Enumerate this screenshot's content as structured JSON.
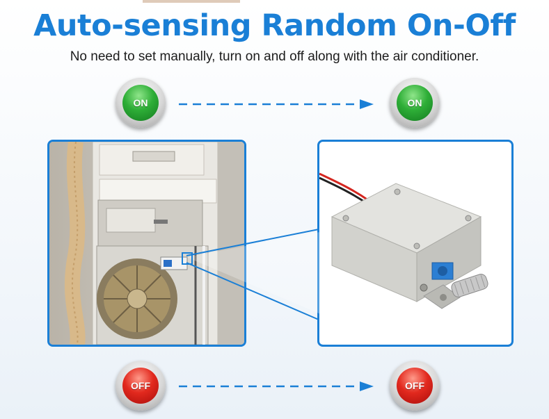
{
  "header": {
    "title": "Auto-sensing Random On-Off",
    "subtitle": "No need to set manually, turn on and off along with the air conditioner."
  },
  "status_row_top": {
    "left_badge": "ON",
    "right_badge": "ON"
  },
  "status_row_bottom": {
    "left_badge": "OFF",
    "right_badge": "OFF"
  },
  "colors": {
    "title_blue": "#1a7fd6",
    "on_green": "#2eae37",
    "off_red": "#e2291e",
    "panel_border": "#1a7fd6"
  },
  "images": {
    "left": "air-conditioner-indoor-unit-photo",
    "right": "sensor-module-box-photo"
  }
}
